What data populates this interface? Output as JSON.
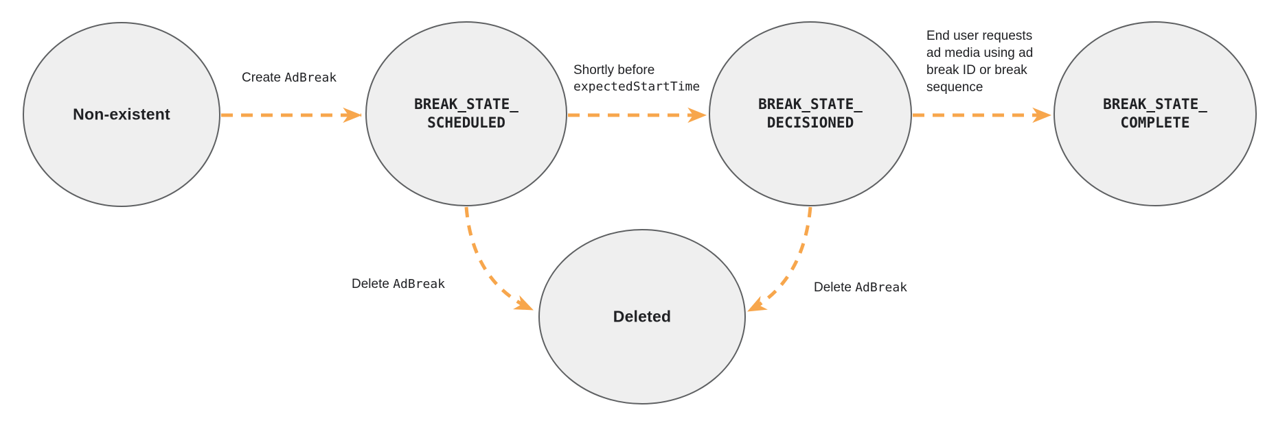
{
  "title": "Ad break state transition diagram",
  "colors": {
    "arrow_orange": "#F7A64C",
    "circle_fill": "#EFEFEF",
    "circle_stroke": "#5E6062",
    "text": "#202124"
  },
  "states": [
    {
      "id": "non-existent",
      "lines": [
        "Non-existent"
      ]
    },
    {
      "id": "break-state-scheduled",
      "lines": [
        "BREAK_STATE_",
        "SCHEDULED"
      ]
    },
    {
      "id": "break-state-decisioned",
      "lines": [
        "BREAK_STATE_",
        "DECISIONED"
      ]
    },
    {
      "id": "break-state-complete",
      "lines": [
        "BREAK_STATE_",
        "COMPLETE"
      ]
    },
    {
      "id": "deleted",
      "lines": [
        "Deleted"
      ]
    }
  ],
  "transitions": [
    {
      "id": "create-adbreak",
      "parts": [
        "Create ",
        "AdBreak"
      ]
    },
    {
      "id": "shortly-before",
      "lines": [
        "Shortly before",
        "expectedStartTime"
      ]
    },
    {
      "id": "end-user-requests",
      "lines": [
        "End user requests",
        "ad media using ad",
        "break ID or break",
        "sequence"
      ]
    },
    {
      "id": "delete-adbreak-left",
      "parts": [
        "Delete ",
        "AdBreak"
      ]
    },
    {
      "id": "delete-adbreak-right",
      "parts": [
        "Delete ",
        "AdBreak"
      ]
    }
  ]
}
